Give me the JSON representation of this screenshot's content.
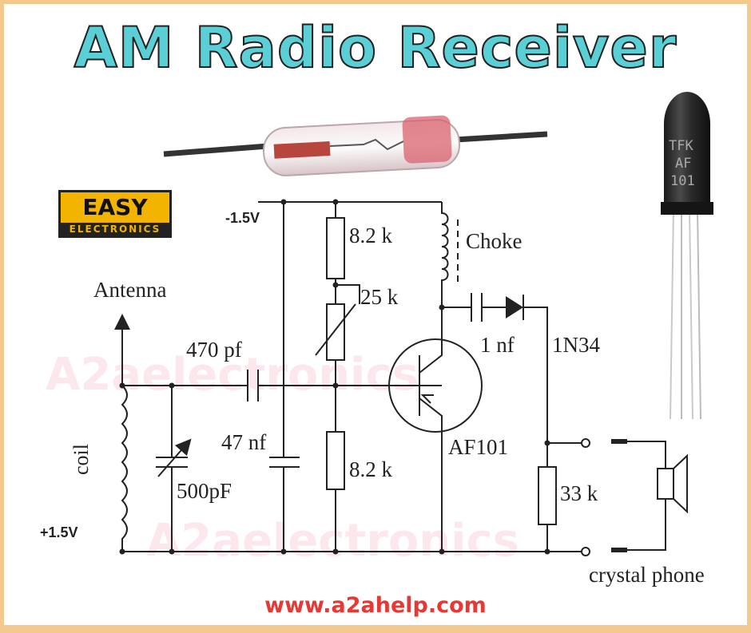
{
  "title": "AM Radio Receiver",
  "brand_logo": {
    "top": "EASY",
    "bottom": "ELECTRONICS"
  },
  "watermark": "A2aelectronics",
  "url": "www.a2ahelp.com",
  "labels": {
    "antenna": "Antenna",
    "coil": "coil",
    "supply_negative": "-1.5V",
    "supply_positive": "+1.5V",
    "cap_470": "470 pf",
    "cap_47": "47 nf",
    "var_cap": "500pF",
    "r_top": "8.2 k",
    "pot": "25 k",
    "r_bottom": "8.2 k",
    "choke": "Choke",
    "cap_1nf": "1 nf",
    "diode": "1N34",
    "transistor": "AF101",
    "r_load": "33 k",
    "output": "crystal phone"
  },
  "tube_markings": [
    "TFK",
    "AF",
    "101"
  ],
  "colors": {
    "title": "#5ad0d6",
    "border": "#f3c98f",
    "url": "#e53935",
    "logo": "#f3b400"
  }
}
